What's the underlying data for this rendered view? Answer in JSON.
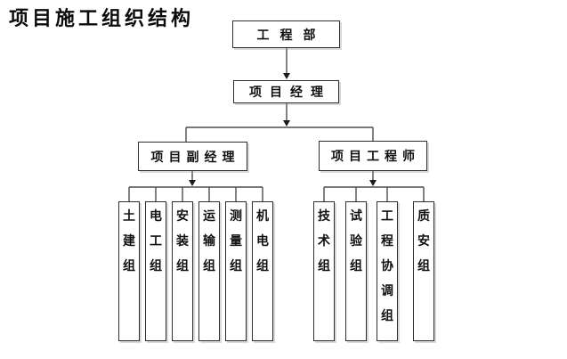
{
  "title": "项目施工组织结构",
  "colors": {
    "background": "#ffffff",
    "line": "#4d4d4d",
    "box_border": "#2e2e2e",
    "text": "#111111"
  },
  "org_chart": {
    "type": "organization-tree",
    "root": {
      "label": "工程部"
    },
    "manager": {
      "label": "项目经理"
    },
    "branches": [
      {
        "label": "项目副经理",
        "children": [
          "土建组",
          "电工组",
          "安装组",
          "运输组",
          "测量组",
          "机电组"
        ]
      },
      {
        "label": "项目工程师",
        "children": [
          "技术组",
          "试验组",
          "工程协调组",
          "质安组"
        ]
      }
    ]
  }
}
